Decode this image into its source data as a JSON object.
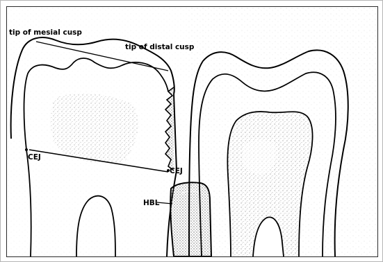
{
  "labels": {
    "tip_mesial": "tip of mesial cusp",
    "tip_distal": "tip of distal cusp",
    "cej_left": "CEJ",
    "cej_right": "CEJ",
    "hbl": "HBL"
  },
  "colors": {
    "ink": "#000000",
    "stipple": "#9a9a9a",
    "frame": "#2a2a2a"
  }
}
